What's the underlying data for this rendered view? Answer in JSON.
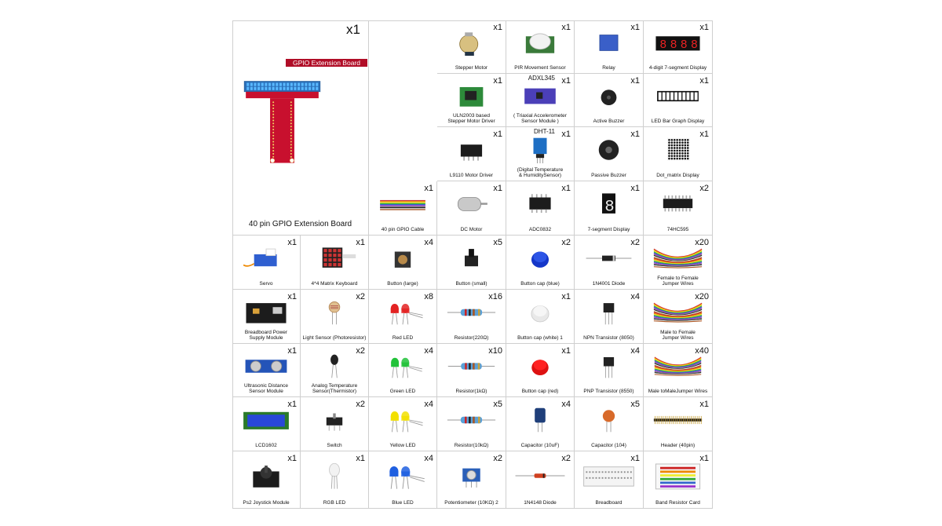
{
  "cells": [
    {
      "kind": "gpio-board",
      "label": "40 pin GPIO Extension Board",
      "qty": "x1",
      "overlay": "GPIO Extension Board"
    },
    {
      "kind": "stepper",
      "label": "Stepper Motor",
      "qty": "x1"
    },
    {
      "kind": "pir",
      "label": "PIR Movement Sensor",
      "qty": "x1"
    },
    {
      "kind": "relay",
      "label": "Relay",
      "qty": "x1"
    },
    {
      "kind": "seg4",
      "label": "4-digit 7-segment Display",
      "qty": "x1"
    },
    {
      "kind": "uln",
      "label": "ULN2003 based\nStepper Motor Driver",
      "qty": "x1"
    },
    {
      "kind": "adxl",
      "label": "( Triaxial Accelerometer\nSensor Module )",
      "qty": "x1",
      "sup": "ADXL345"
    },
    {
      "kind": "buzzer-active",
      "label": "Active Buzzer",
      "qty": "x1"
    },
    {
      "kind": "bargraph",
      "label": "LED Bar Graph Display",
      "qty": "x1"
    },
    {
      "kind": "ic-l9110",
      "label": "L9110 Motor Driver",
      "qty": "x1"
    },
    {
      "kind": "dht",
      "label": "(Digital Temperature\n& HumiditySensor)",
      "qty": "x1",
      "sup": "DHT-11"
    },
    {
      "kind": "buzzer-passive",
      "label": "Passive Buzzer",
      "qty": "x1"
    },
    {
      "kind": "dotmatrix",
      "label": "Dot_matrix Display",
      "qty": "x1"
    },
    {
      "kind": "cable",
      "label": "40 pin GPIO Cable",
      "qty": "x1"
    },
    {
      "kind": "dcmotor",
      "label": "DC Motor",
      "qty": "x1"
    },
    {
      "kind": "adc",
      "label": "ADC0832",
      "qty": "x1"
    },
    {
      "kind": "seg1",
      "label": "7-segment Display",
      "qty": "x1"
    },
    {
      "kind": "ic595",
      "label": "74HC595",
      "qty": "x2"
    },
    {
      "kind": "servo",
      "label": "Servo",
      "qty": "x1"
    },
    {
      "kind": "keypad",
      "label": "4*4 Matrix Keyboard",
      "qty": "x1"
    },
    {
      "kind": "button-large",
      "label": "Button (large)",
      "qty": "x4"
    },
    {
      "kind": "button-small",
      "label": "Button (small)",
      "qty": "x5"
    },
    {
      "kind": "cap-blue",
      "label": "Button cap (blue)",
      "qty": "x2"
    },
    {
      "kind": "diode",
      "label": "1N4001 Diode",
      "qty": "x2"
    },
    {
      "kind": "jumper",
      "label": "Female to Female\nJumper Wires",
      "qty": "x20"
    },
    {
      "kind": "breadpower",
      "label": "Breadboard Power\nSupply Module",
      "qty": "x1"
    },
    {
      "kind": "ldr",
      "label": "Light Sensor (Photoresistor)",
      "qty": "x2"
    },
    {
      "kind": "led-red",
      "label": "Red LED",
      "qty": "x8"
    },
    {
      "kind": "resistor",
      "label": "Resistor(220Ω)",
      "qty": "x16"
    },
    {
      "kind": "cap-white",
      "label": "Button cap (white) 1",
      "qty": "x1"
    },
    {
      "kind": "transistor",
      "label": "NPN Transistor (8050)",
      "qty": "x4"
    },
    {
      "kind": "jumper",
      "label": "Male to Female\nJumper Wires",
      "qty": "x20"
    },
    {
      "kind": "ultrasonic",
      "label": "Ultrasonic Distance\nSensor Module",
      "qty": "x1"
    },
    {
      "kind": "thermistor",
      "label": "Analog Temperature\nSensor(Thermistor)",
      "qty": "x2"
    },
    {
      "kind": "led-green",
      "label": "Green LED",
      "qty": "x4"
    },
    {
      "kind": "resistor",
      "label": "Resistor(1kΩ)",
      "qty": "x10"
    },
    {
      "kind": "cap-red",
      "label": "Button cap (red)",
      "qty": "x1"
    },
    {
      "kind": "transistor",
      "label": "PNP Transistor (8550)",
      "qty": "x4"
    },
    {
      "kind": "jumper",
      "label": "Male toMaleJumper Wires",
      "qty": "x40"
    },
    {
      "kind": "lcd",
      "label": "LCD1602",
      "qty": "x1"
    },
    {
      "kind": "switch",
      "label": "Switch",
      "qty": "x2"
    },
    {
      "kind": "led-yellow",
      "label": "Yellow LED",
      "qty": "x4"
    },
    {
      "kind": "resistor",
      "label": "Resistor(10kΩ)",
      "qty": "x5"
    },
    {
      "kind": "capacitor",
      "label": "Capacitor (10uF)",
      "qty": "x4"
    },
    {
      "kind": "ceramic",
      "label": "Capacitor (104)",
      "qty": "x5"
    },
    {
      "kind": "header",
      "label": "Header (40pin)",
      "qty": "x1"
    },
    {
      "kind": "joystick",
      "label": "Ps2 Joystick Module",
      "qty": "x1"
    },
    {
      "kind": "led-rgb",
      "label": "RGB LED",
      "qty": "x1"
    },
    {
      "kind": "led-blue",
      "label": "Blue LED",
      "qty": "x4"
    },
    {
      "kind": "pot",
      "label": "Potentiometer (10KΩ) 2",
      "qty": "x2"
    },
    {
      "kind": "diode2",
      "label": "1N4148 Diode",
      "qty": "x2"
    },
    {
      "kind": "breadboard",
      "label": "Breadboard",
      "qty": "x1"
    },
    {
      "kind": "bandcard",
      "label": "Band Resistor Card",
      "qty": "x1"
    }
  ]
}
